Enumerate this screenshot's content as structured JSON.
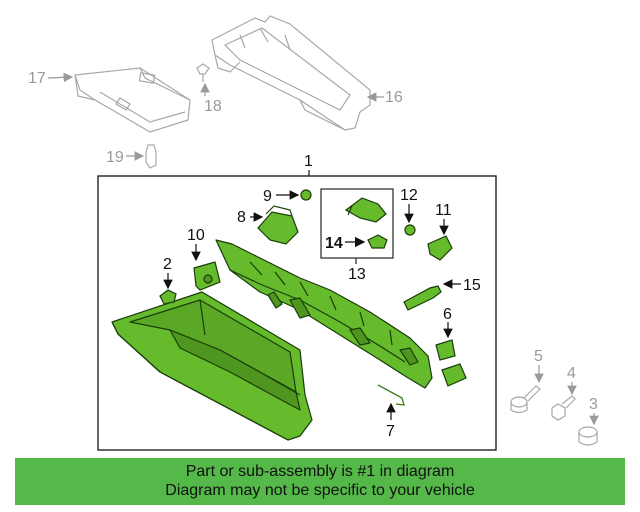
{
  "part_numbers": {
    "p1": "1",
    "p2": "2",
    "p3": "3",
    "p4": "4",
    "p5": "5",
    "p6": "6",
    "p7": "7",
    "p8": "8",
    "p9": "9",
    "p10": "10",
    "p11": "11",
    "p12": "12",
    "p13": "13",
    "p14": "14",
    "p15": "15",
    "p16": "16",
    "p17": "17",
    "p18": "18",
    "p19": "19"
  },
  "banner": {
    "line1": "Part or sub-assembly is #1 in diagram",
    "line2": "Diagram may not be specific to your vehicle"
  },
  "colors": {
    "highlight_fill": "#66bb2c",
    "banner_background": "#54b948",
    "grey_callout": "#9a9a9a"
  }
}
